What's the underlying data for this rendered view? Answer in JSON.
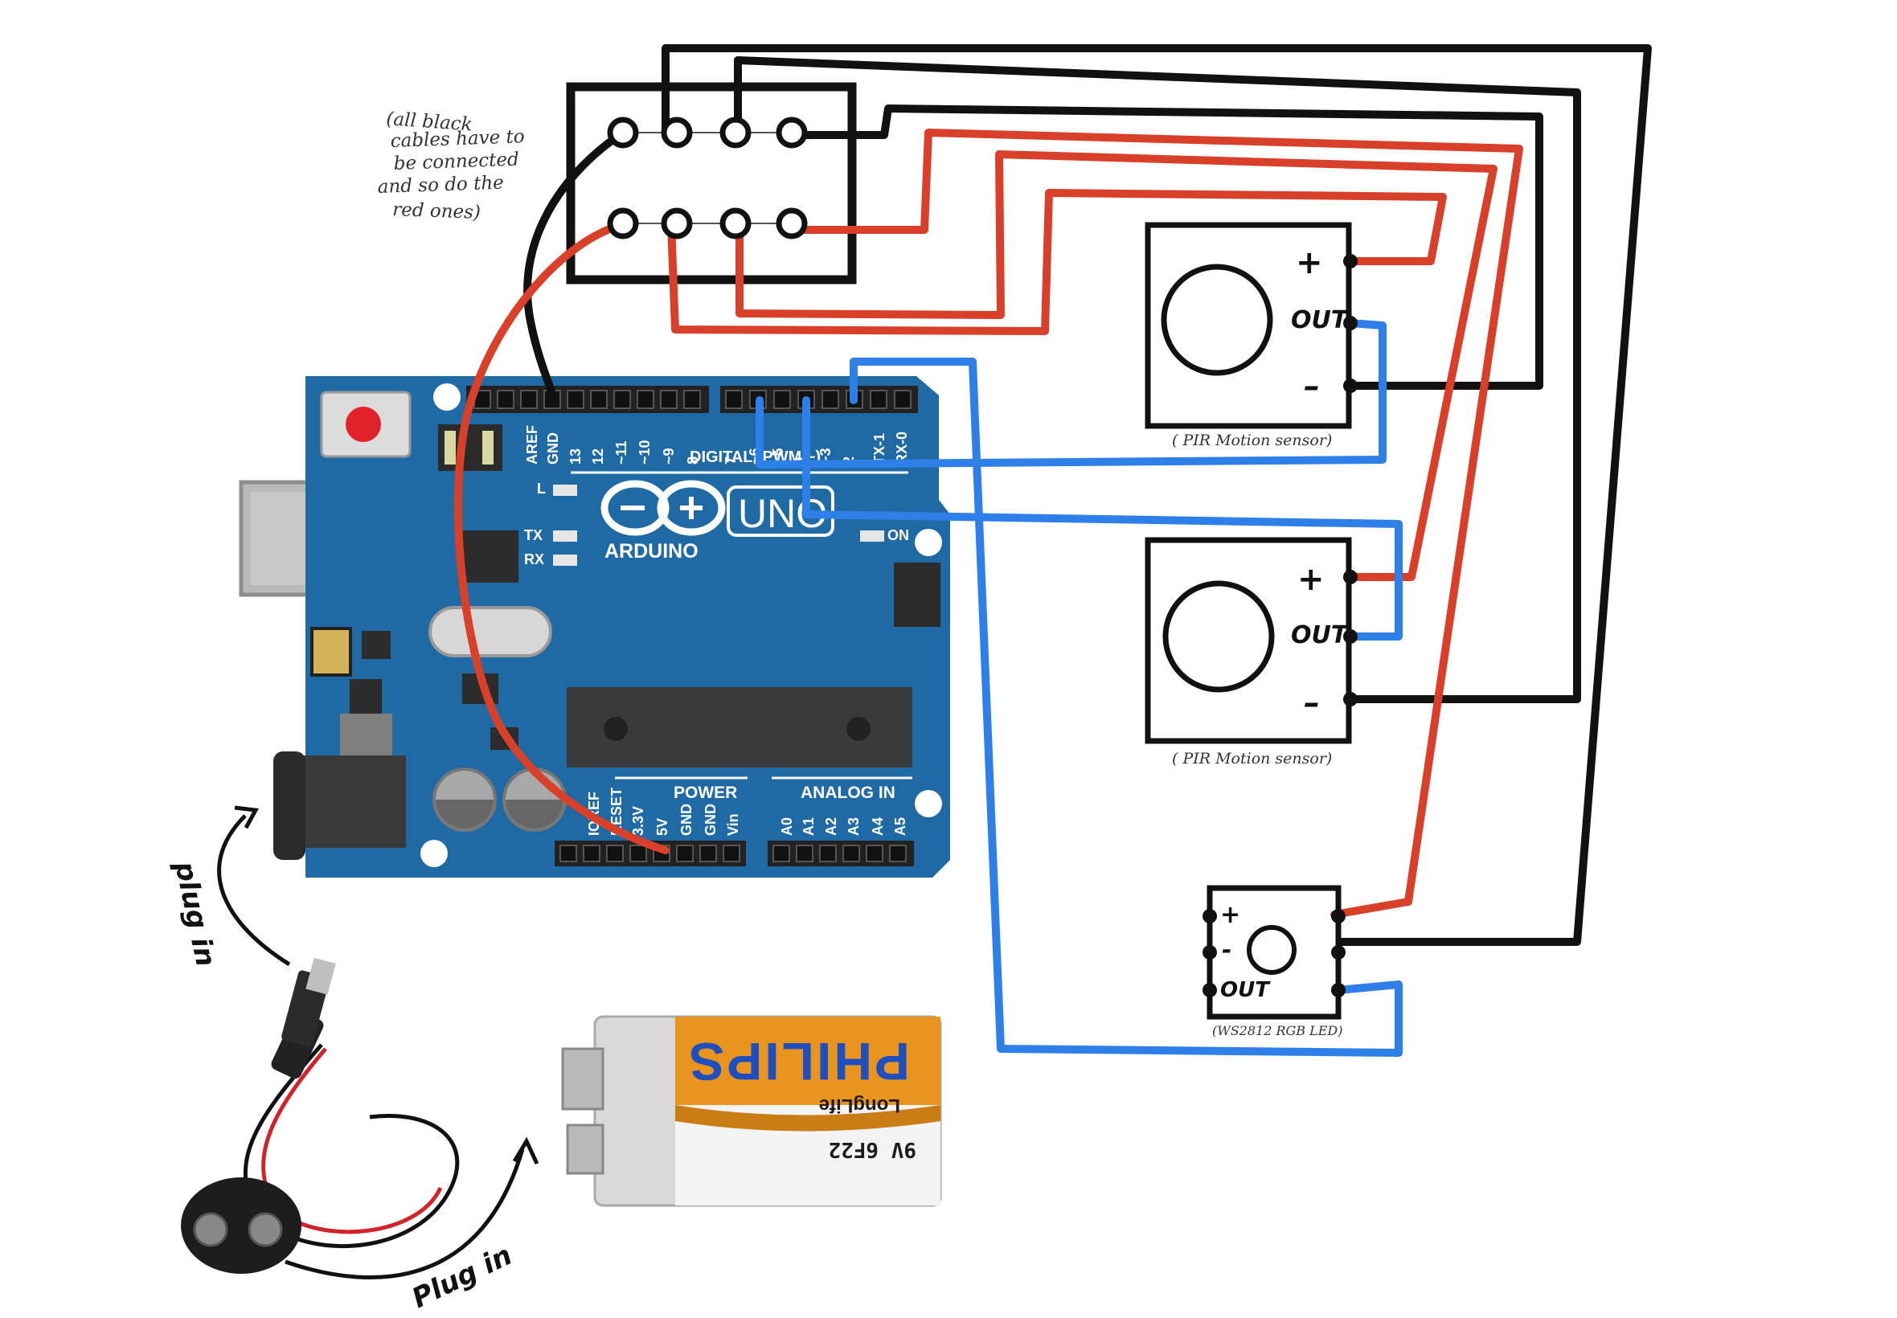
{
  "note": {
    "lines": [
      "(all black",
      "cables have to",
      "be connected",
      "and so do the",
      "red ones)"
    ]
  },
  "arduino": {
    "brand": "ARDUINO",
    "model": "UNO",
    "digital_label": "DIGITAL (PWM ~)",
    "power_label": "POWER",
    "analog_label": "ANALOG IN",
    "top_pins": [
      "AREF",
      "GND",
      "13",
      "12",
      "~11",
      "~10",
      "~9",
      "8",
      "7",
      "~6",
      "~5",
      "4",
      "~3",
      "2",
      "TX-1",
      "RX-0"
    ],
    "bottom_pins": [
      "IOREF",
      "RESET",
      "3.3V",
      "5V",
      "GND",
      "GND",
      "Vin",
      "A0",
      "A1",
      "A2",
      "A3",
      "A4",
      "A5"
    ],
    "led_labels": [
      "L",
      "TX",
      "RX",
      "ON"
    ]
  },
  "sensor1": {
    "plus": "+",
    "out": "OUT",
    "minus": "–",
    "caption": "( PIR Motion sensor)"
  },
  "sensor2": {
    "plus": "+",
    "out": "OUT",
    "minus": "–",
    "caption": "( PIR Motion sensor)"
  },
  "led": {
    "plus": "+",
    "minus": "-",
    "out": "OUT",
    "caption": "(WS2812 RGB LED)"
  },
  "battery": {
    "brand": "PHILIPS",
    "line": "LongLife",
    "type": "9V 6F22"
  },
  "plug_labels": {
    "top": "plug in",
    "bottom": "Plug in"
  },
  "colors": {
    "black_wire": "#111111",
    "red_wire": "#d9402a",
    "blue_wire": "#2f7fe8",
    "board": "#1f6aa5"
  }
}
